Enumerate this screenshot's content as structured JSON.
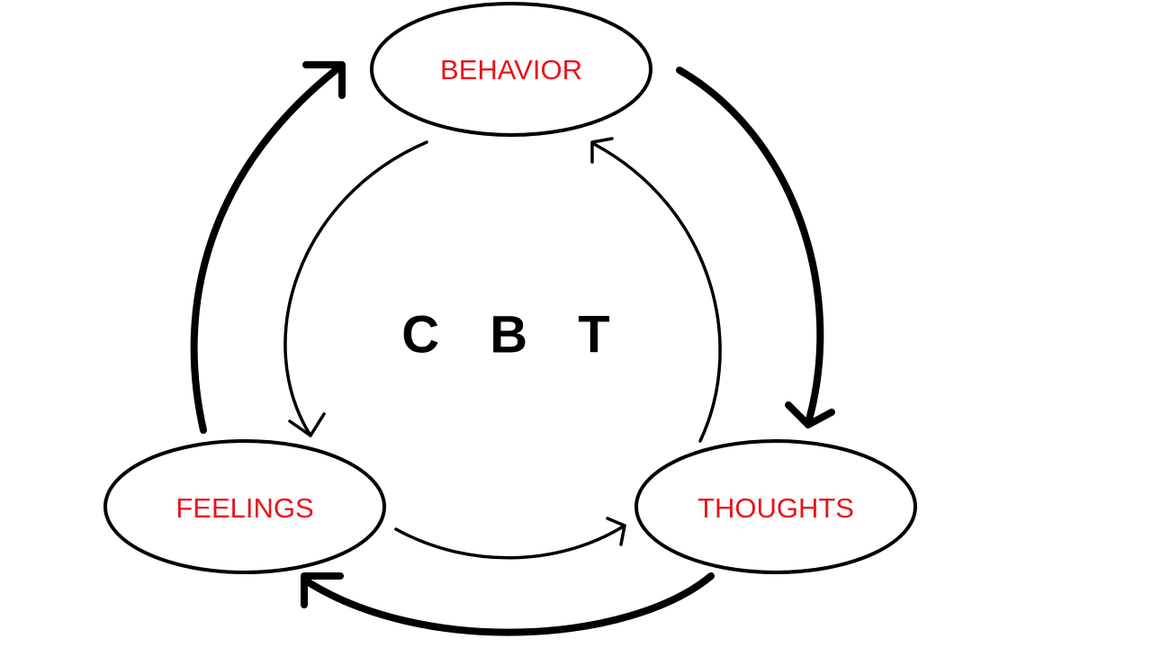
{
  "diagram": {
    "center_label": "C B T",
    "label_color": "#e8141c",
    "center_color": "#000000",
    "nodes": [
      {
        "id": "behavior",
        "label": "BEHAVIOR"
      },
      {
        "id": "thoughts",
        "label": "THOUGHTS"
      },
      {
        "id": "feelings",
        "label": "FEELINGS"
      }
    ],
    "outer_cycle": [
      {
        "from": "behavior",
        "to": "thoughts",
        "style": "thick"
      },
      {
        "from": "thoughts",
        "to": "feelings",
        "style": "thick"
      },
      {
        "from": "feelings",
        "to": "behavior",
        "style": "thick"
      }
    ],
    "inner_cycle": [
      {
        "from": "behavior",
        "to": "feelings",
        "style": "thin"
      },
      {
        "from": "feelings",
        "to": "thoughts",
        "style": "thin"
      },
      {
        "from": "thoughts",
        "to": "behavior",
        "style": "thin"
      }
    ]
  }
}
